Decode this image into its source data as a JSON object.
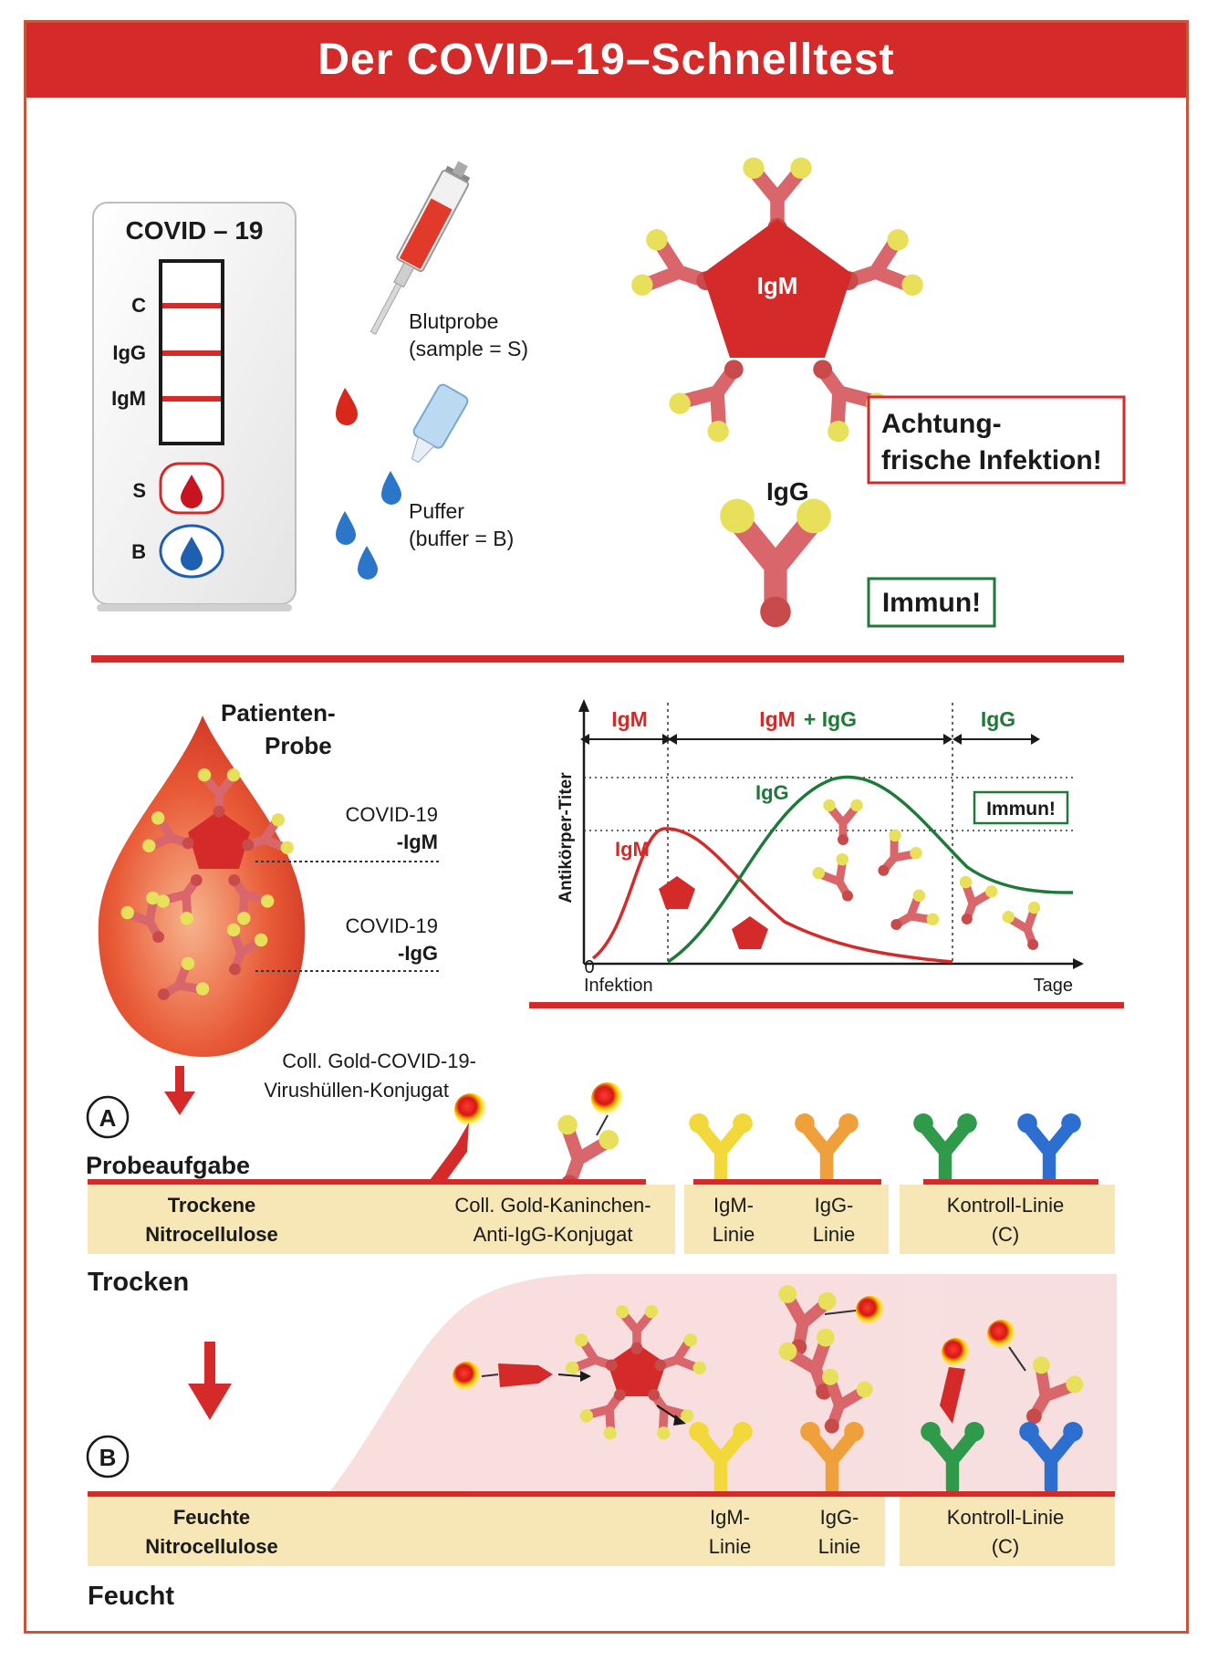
{
  "title": "Der COVID–19–Schnelltest",
  "cassette": {
    "heading": "COVID – 19",
    "line_labels": [
      "C",
      "IgG",
      "IgM"
    ],
    "well_labels": [
      "S",
      "B"
    ]
  },
  "sample": {
    "blood_line1": "Blutprobe",
    "blood_line2": "(sample = S)",
    "buffer_line1": "Puffer",
    "buffer_line2": "(buffer = B)"
  },
  "antibodies": {
    "igm_label": "IgM",
    "igg_label": "IgG",
    "fresh_infection_line1": "Achtung-",
    "fresh_infection_line2": "frische Infektion!",
    "immune": "Immun!"
  },
  "patient": {
    "heading_line1": "Patienten-",
    "heading_line2": "Probe",
    "igm_line1": "COVID-19",
    "igm_line2": "-IgM",
    "igg_line1": "COVID-19",
    "igg_line2": "-IgG"
  },
  "chart": {
    "y_axis_label": "Antikörper-Titer",
    "x_start_label": "Infektion",
    "x_end_label": "Tage",
    "zero_label": "0",
    "phase_igm": "IgM",
    "phase_igm_igg_a": "IgM",
    "phase_igm_igg_b": "+ IgG",
    "phase_igg": "IgG",
    "curve_igm_label": "IgM",
    "curve_igg_label": "IgG",
    "immune_box": "Immun!",
    "colors": {
      "igm": "#d42a2a",
      "igg": "#1f7a3a"
    }
  },
  "strip": {
    "conjugate_line1": "Coll. Gold-COVID-19-",
    "conjugate_line2": "Virushüllen-Konjugat",
    "step_a": "A",
    "step_a_label": "Probeaufgabe",
    "step_b": "B",
    "dry": {
      "membrane_line1": "Trockene",
      "membrane_line2": "Nitrocellulose",
      "rabbit_line1": "Coll. Gold-Kaninchen-",
      "rabbit_line2": "Anti-IgG-Konjugat",
      "igm_line1": "IgM-",
      "igm_line2": "Linie",
      "igg_line1": "IgG-",
      "igg_line2": "Linie",
      "control_line1": "Kontroll-Linie",
      "control_line2": "(C)",
      "state": "Trocken"
    },
    "wet": {
      "membrane_line1": "Feuchte",
      "membrane_line2": "Nitrocellulose",
      "igm_line1": "IgM-",
      "igm_line2": "Linie",
      "igg_line1": "IgG-",
      "igg_line2": "Linie",
      "control_line1": "Kontroll-Linie",
      "control_line2": "(C)",
      "state": "Feucht"
    }
  }
}
